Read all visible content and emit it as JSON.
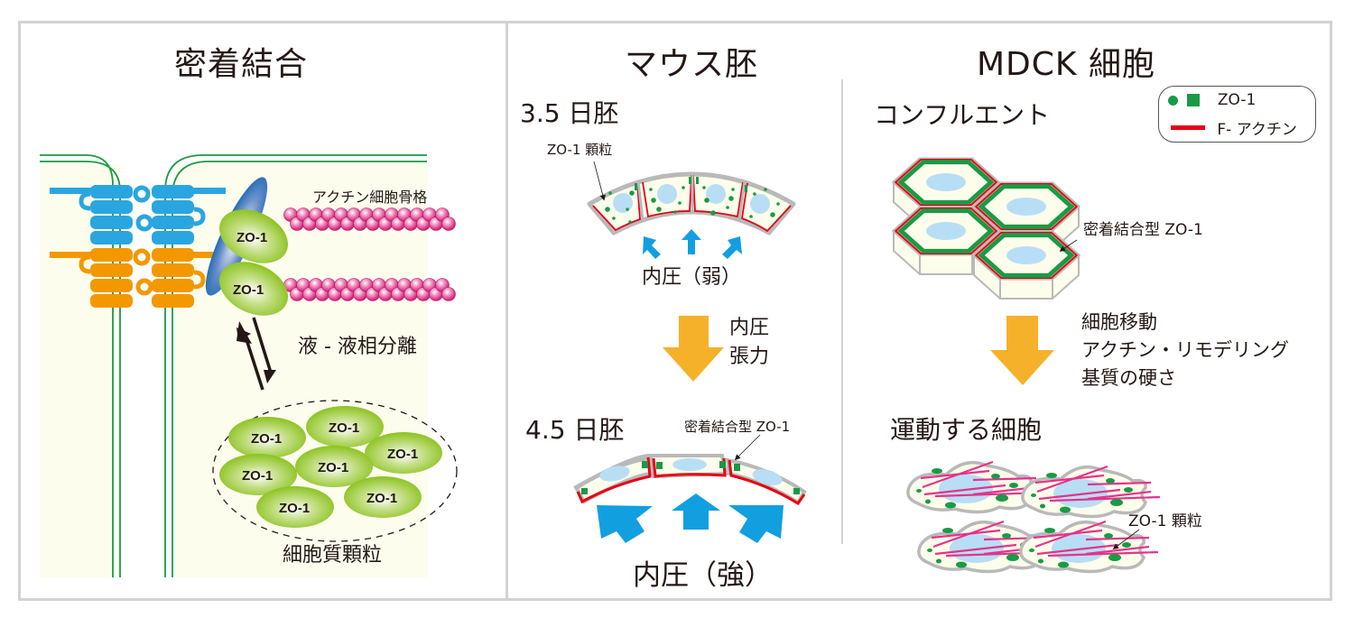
{
  "panels": {
    "tight_junction": {
      "title": "密着結合",
      "actin_label": "アクチン細胞骨格",
      "zo1_label": "ZO-1",
      "llps_label": "液 - 液相分離",
      "granule_label": "細胞質顆粒",
      "granule_count": 7
    },
    "mouse_embryo": {
      "title": "マウス胚",
      "stage1": "3.5 日胚",
      "stage1_annotation": "ZO-1 顆粒",
      "stage1_pressure": "内圧（弱）",
      "transition_lines": [
        "内圧",
        "張力"
      ],
      "stage2": "4.5 日胚",
      "stage2_annotation": "密着結合型 ZO-1",
      "stage2_pressure": "内圧（強）"
    },
    "mdck": {
      "title": "MDCK 細胞",
      "state1": "コンフルエント",
      "state1_annotation": "密着結合型 ZO-1",
      "transition_lines": [
        "細胞移動",
        "アクチン・リモデリング",
        "基質の硬さ"
      ],
      "state2": "運動する細胞",
      "state2_annotation": "ZO-1 顆粒"
    }
  },
  "legend": {
    "items": [
      {
        "label": "ZO-1",
        "symbol": "green-dot-and-square"
      },
      {
        "label": "F- アクチン",
        "symbol": "red-line"
      }
    ]
  },
  "colors": {
    "zo1_green": "#8cc21f",
    "membrane_green": "#1a9a46",
    "claudin_blue": "#29a6e0",
    "occludin_orange": "#f39800",
    "actin_pink": "#e5338a",
    "f_actin_red": "#e60012",
    "arrow_orange": "#f6b12a",
    "pressure_blue": "#129fe0",
    "nucleus_blue": "#b8def5",
    "cytoplasm": "#fdfdeb",
    "frame_gray": "#d3d3d3"
  }
}
